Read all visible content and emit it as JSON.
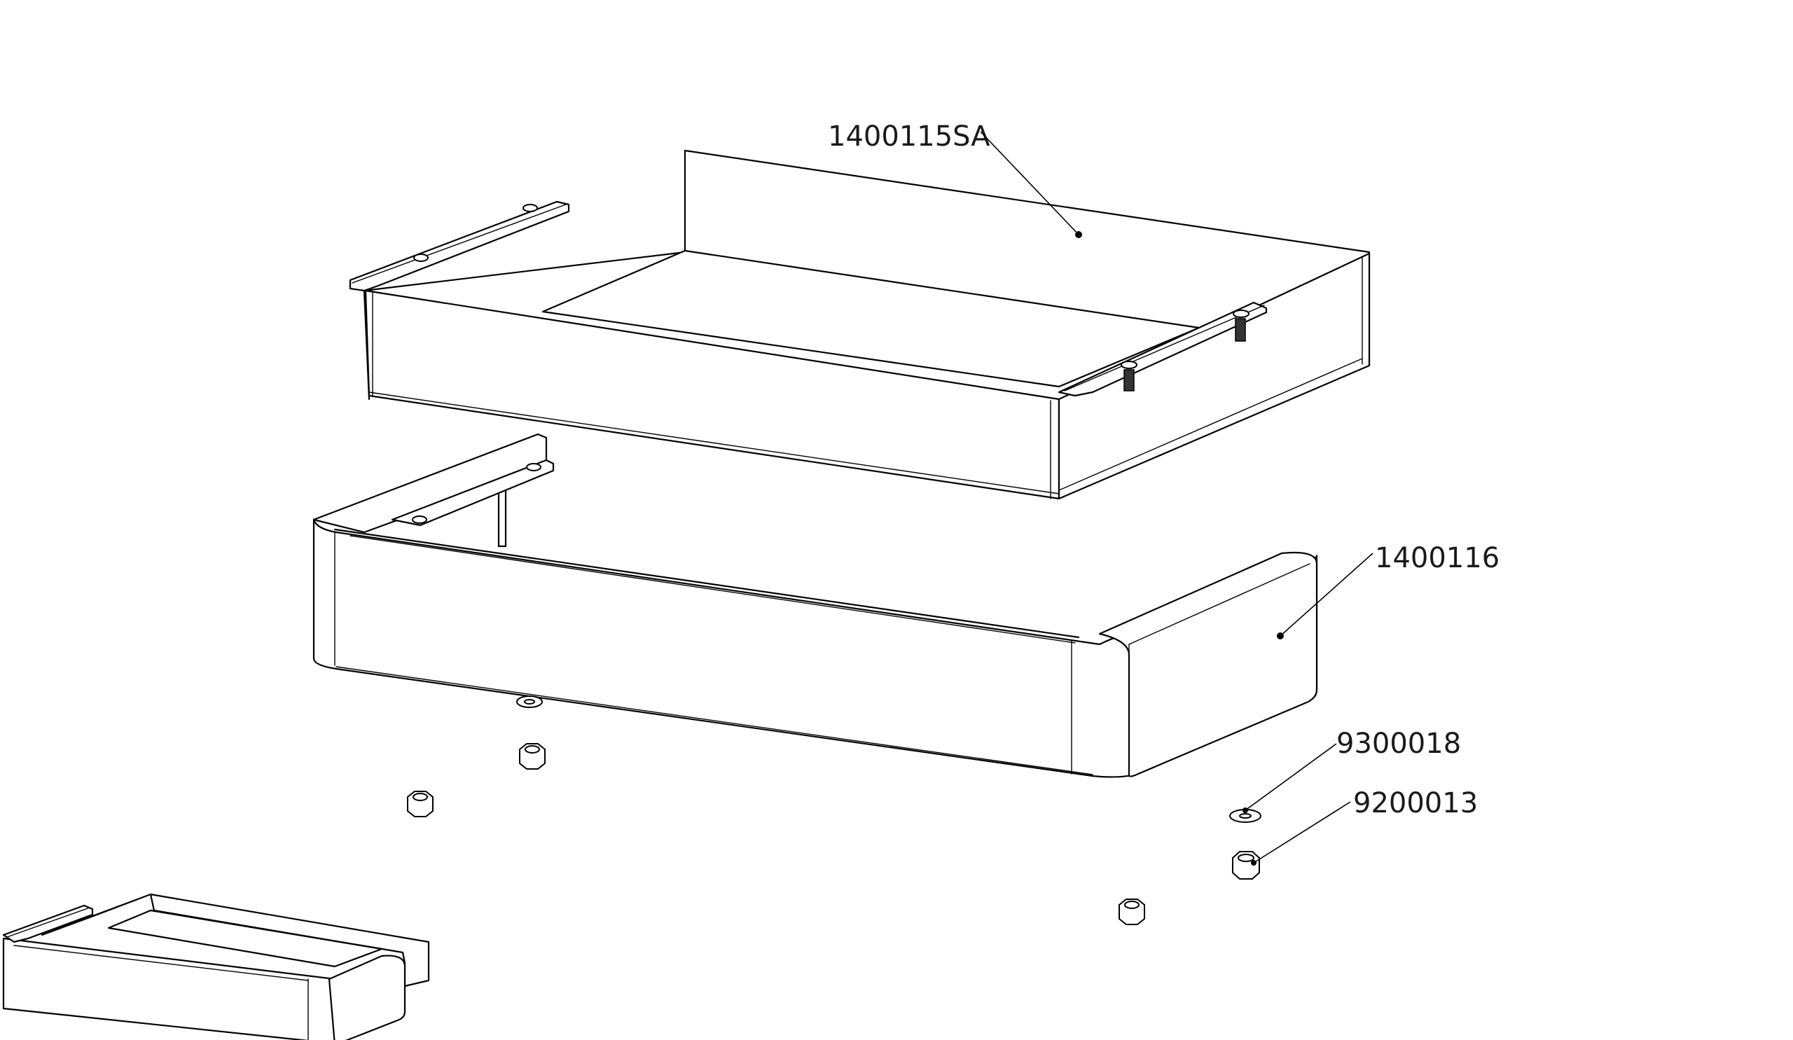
{
  "callouts": [
    {
      "id": "tray",
      "label": "1400115SA"
    },
    {
      "id": "housing",
      "label": "1400116"
    },
    {
      "id": "washer",
      "label": "9300018"
    },
    {
      "id": "nut",
      "label": "9200013"
    }
  ],
  "colors": {
    "line": "#000000",
    "background": "#ffffff",
    "text": "#1a1a1a"
  }
}
